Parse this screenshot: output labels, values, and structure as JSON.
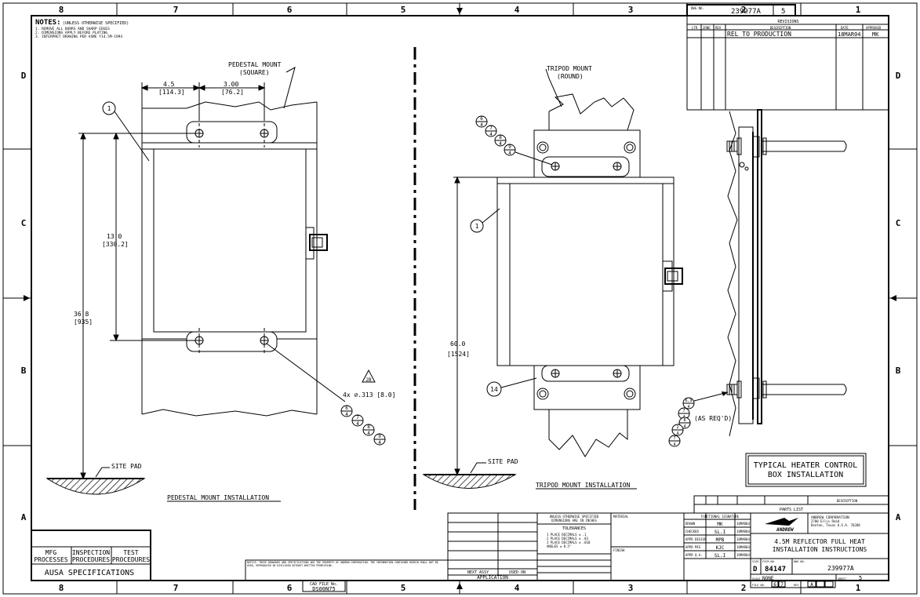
{
  "border": {
    "top_zones": [
      "8",
      "7",
      "6",
      "5",
      "4",
      "3",
      "2",
      "1"
    ],
    "bottom_zones": [
      "8",
      "7",
      "6",
      "5",
      "4",
      "3",
      "2",
      "1"
    ],
    "side_zones": [
      "D",
      "C",
      "B",
      "A"
    ]
  },
  "notes": {
    "title": "NOTES:",
    "qualifier": "(UNLESS OTHERWISE SPECIFIED)",
    "items": [
      "1. REMOVE ALL BURRS AND SHARP EDGES",
      "2. DIMENSIONS APPLY BEFORE PLATING",
      "3. INTERPRET DRAWING PER ASME Y14.5M-1994"
    ]
  },
  "pedestal": {
    "mount_label_1": "PEDESTAL MOUNT",
    "mount_label_2": "(SQUARE)",
    "dim_a": "4.5",
    "dim_a_mm": "[114.3]",
    "dim_b": "3.00",
    "dim_b_mm": "[76.2]",
    "dim_height": "13.0",
    "dim_height_mm": "[330.2]",
    "dim_total": "36.8",
    "dim_total_mm": "[935]",
    "hole_callout": "4x ⌀.313 [8.0]",
    "item_1": "1",
    "balloons": [
      {
        "num": "6",
        "den": "4"
      },
      {
        "num": "7",
        "den": "4"
      },
      {
        "num": "8",
        "den": "4"
      },
      {
        "num": "9",
        "den": "4"
      }
    ],
    "rev_triangle": "2B",
    "site_pad": "SITE PAD",
    "caption": "PEDESTAL MOUNT INSTALLATION"
  },
  "tripod": {
    "mount_label_1": "TRIPOD MOUNT",
    "mount_label_2": "(ROUND)",
    "item_1": "1",
    "item_14": "14",
    "balloons": [
      {
        "num": "6",
        "den": "4"
      },
      {
        "num": "7",
        "den": "4"
      },
      {
        "num": "8",
        "den": "4"
      },
      {
        "num": "9",
        "den": "4"
      }
    ],
    "dim_total": "60.0",
    "dim_total_mm": "[1524]",
    "site_pad": "SITE PAD",
    "caption": "TRIPOD MOUNT INSTALLATION"
  },
  "side_view": {
    "balloons": [
      {
        "num": "6,9",
        "den": "4"
      },
      {
        "num": "7",
        "den": "4"
      },
      {
        "num": "8",
        "den": "4"
      },
      {
        "num": "2",
        "den": "4"
      },
      {
        "num": "7",
        "den": "4"
      }
    ],
    "as_reqd": "(AS REQ'D)"
  },
  "typical_box": {
    "line_1": "TYPICAL HEATER CONTROL",
    "line_2": "BOX INSTALLATION"
  },
  "revisions": {
    "doc_label": "DWG NO.",
    "doc_number": "239977A",
    "sheet_num": "5",
    "title": "REVISIONS",
    "headers": [
      "ZONE",
      "REV",
      "DESCRIPTION",
      "DATE",
      "APPROVED"
    ],
    "row": {
      "description": "REL TO PRODUCTION",
      "date": "18MAR04",
      "approved": "MK"
    }
  },
  "parts_list": {
    "title": "PARTS LIST",
    "header_description": "DESCRIPTION"
  },
  "tolerances": {
    "line_1": "UNLESS OTHERWISE SPECIFIED",
    "line_2": "DIMENSIONS ARE IN INCHES",
    "title": "TOLERANCES",
    "rule_1": "1 PLACE DECIMALS ± .1",
    "rule_2": "2 PLACE DECIMALS ± .03",
    "rule_3": "3 PLACE DECIMALS ± .010",
    "rule_4": "ANGLES ± 0.5°",
    "material": "MATERIAL",
    "finish": "FINISH"
  },
  "application": {
    "next_assy": "NEXT ASSY",
    "used_on": "USED ON",
    "title": "APPLICATION"
  },
  "signoff": {
    "header": "FUNCTIONAL SIGNATURE",
    "rows": [
      {
        "role": "DRAWN",
        "sig": "MK",
        "date": "18MAR04"
      },
      {
        "role": "CHECKED",
        "sig": "SL.I",
        "date": "18MAR04"
      },
      {
        "role": "APPD DESIGN",
        "sig": "MPB",
        "date": "18MAR04"
      },
      {
        "role": "APPD MFG",
        "sig": "KJC",
        "date": "18MAR04"
      },
      {
        "role": "APPD Q.A.",
        "sig": "SL.I",
        "date": "18MAR04"
      }
    ]
  },
  "company": {
    "name": "ANDREW CORPORATION",
    "address_1": "2700 Ellis Road",
    "address_2": "Denton, Texas U.S.A. 76208",
    "logo_text": "ANDREW"
  },
  "title_block": {
    "title_1": "4.5M REFLECTOR FULL HEAT",
    "title_2": "INSTALLATION INSTRUCTIONS",
    "size_label": "SIZE",
    "size": "D",
    "fscm_label": "FSCM NO.",
    "fscm": "84147",
    "dwg_no_label": "DWG NO.",
    "dwg_no": "239977A",
    "scale_label": "SCALE",
    "scale": "NONE",
    "sheet_label": "SHEET",
    "sheet": "5",
    "file_label": "FILE NO.",
    "file_1": "6",
    "file_2": "7",
    "rev_label": "REV",
    "rev": "A"
  },
  "process": {
    "col_1_a": "MFG",
    "col_1_b": "PROCESSES",
    "col_2_a": "INSPECTION",
    "col_2_b": "PROCEDURES",
    "col_3_a": "TEST",
    "col_3_b": "PROCEDURES",
    "specs": "AUSA SPECIFICATIONS"
  },
  "cad_file": {
    "label": "CAD FILE No.",
    "number": "DS00N75"
  },
  "notice_text": "NOTICE: THESE DRAWINGS AND SPECIFICATIONS ARE THE PROPERTY OF ANDREW CORPORATION. THE INFORMATION CONTAINED HEREIN SHALL NOT BE USED, REPRODUCED OR DISCLOSED WITHOUT WRITTEN PERMISSION."
}
